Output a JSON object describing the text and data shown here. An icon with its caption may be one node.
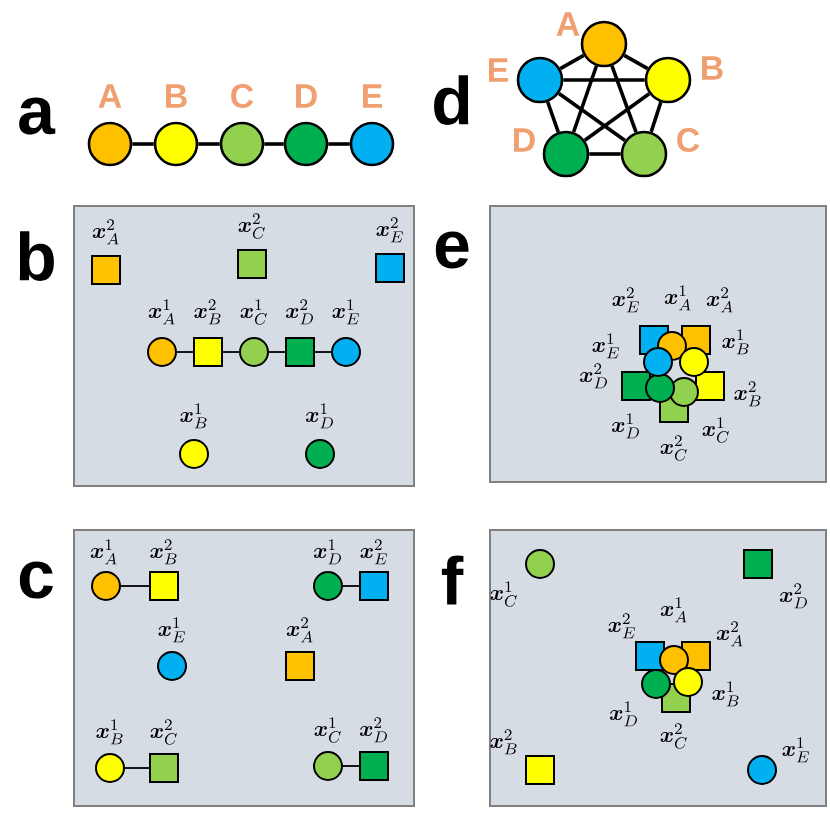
{
  "diagram": {
    "nodes": [
      {
        "text": [],
        "shape": "circle",
        "beside": [
          "A"
        ]
      },
      {
        "text": [],
        "shape": "circle",
        "beside": [
          "B"
        ]
      },
      {
        "text": [],
        "shape": "circle",
        "beside": [
          "C"
        ]
      },
      {
        "text": [],
        "shape": "circle",
        "beside": [
          "D"
        ]
      },
      {
        "text": [],
        "shape": "circle",
        "beside": [
          "E"
        ]
      },
      {
        "text": [],
        "shape": "circle",
        "beside": [
          "A"
        ]
      },
      {
        "text": [],
        "shape": "circle",
        "beside": [
          "B"
        ]
      },
      {
        "text": [],
        "shape": "circle",
        "beside": [
          "C"
        ]
      },
      {
        "text": [],
        "shape": "circle",
        "beside": [
          "D"
        ]
      },
      {
        "text": [],
        "shape": "circle",
        "beside": [
          "E"
        ]
      },
      {
        "text": [],
        "shape": "box"
      },
      {
        "text": [],
        "shape": "box",
        "beside": [
          "\\boldsymbol{x}_{A}^{2}"
        ],
        "in": 10
      },
      {
        "text": [],
        "shape": "box",
        "beside": [
          "\\boldsymbol{x}_{C}^{2}"
        ],
        "in": 10
      },
      {
        "text": [],
        "shape": "box",
        "beside": [
          "\\boldsymbol{x}_{E}^{2}"
        ],
        "in": 10
      },
      {
        "text": [],
        "shape": "circle",
        "beside": [
          "\\boldsymbol{x}_{A}^{1}"
        ],
        "in": 10
      },
      {
        "text": [],
        "shape": "box",
        "beside": [
          "\\boldsymbol{x}_{B}^{2}"
        ],
        "in": 10
      },
      {
        "text": [],
        "shape": "circle",
        "beside": [
          "\\boldsymbol{x}_{C}^{1}"
        ],
        "in": 10
      },
      {
        "text": [],
        "shape": "box",
        "beside": [
          "\\boldsymbol{x}_{D}^{2}"
        ],
        "in": 10
      },
      {
        "text": [],
        "shape": "circle",
        "beside": [
          "\\boldsymbol{x}_{E}^{1}"
        ],
        "in": 10
      },
      {
        "text": [],
        "shape": "circle",
        "beside": [
          "\\boldsymbol{x}_{B}^{1}"
        ],
        "in": 10
      },
      {
        "text": [],
        "shape": "circle",
        "beside": [
          "\\boldsymbol{x}_{D}^{1}"
        ],
        "in": 10
      },
      {
        "text": [],
        "shape": "box"
      },
      {
        "text": [],
        "shape": "box",
        "beside": [
          "\\boldsymbol{x}_{A}^{2}"
        ],
        "in": 21
      },
      {
        "text": [],
        "shape": "box",
        "beside": [
          "\\boldsymbol{x}_{B}^{2}"
        ],
        "in": 21
      },
      {
        "text": [],
        "shape": "box",
        "beside": [
          "\\boldsymbol{x}_{C}^{2}"
        ],
        "in": 21
      },
      {
        "text": [],
        "shape": "box",
        "beside": [
          "\\boldsymbol{x}_{D}^{2}"
        ],
        "in": 21
      },
      {
        "text": [],
        "shape": "box",
        "beside": [
          "\\boldsymbol{x}_{E}^{2}"
        ],
        "in": 21
      },
      {
        "text": [],
        "shape": "circle",
        "beside": [
          "\\boldsymbol{x}_{A}^{1}"
        ],
        "in": 21
      },
      {
        "text": [],
        "shape": "circle",
        "beside": [
          "\\boldsymbol{x}_{B}^{1}"
        ],
        "in": 21
      },
      {
        "text": [],
        "shape": "circle",
        "beside": [
          "\\boldsymbol{x}_{C}^{1}"
        ],
        "in": 21
      },
      {
        "text": [],
        "shape": "circle",
        "beside": [
          "\\boldsymbol{x}_{D}^{1}"
        ],
        "in": 21
      },
      {
        "text": [],
        "shape": "circle",
        "beside": [
          "\\boldsymbol{x}_{E}^{1}"
        ],
        "in": 21
      },
      {
        "text": [],
        "shape": "box"
      },
      {
        "text": [],
        "shape": "circle",
        "beside": [
          "\\boldsymbol{x}_{A}^{1}"
        ],
        "in": 32
      },
      {
        "text": [],
        "shape": "box",
        "beside": [
          "\\boldsymbol{x}_{B}^{2}"
        ],
        "in": 32
      },
      {
        "text": [],
        "shape": "circle",
        "beside": [
          "\\boldsymbol{x}_{D}^{1}"
        ],
        "in": 32
      },
      {
        "text": [],
        "shape": "box",
        "beside": [
          "\\boldsymbol{x}_{E}^{2}"
        ],
        "in": 32
      },
      {
        "text": [],
        "shape": "circle",
        "beside": [
          "\\boldsymbol{x}_{E}^{1}"
        ],
        "in": 32
      },
      {
        "text": [],
        "shape": "box",
        "beside": [
          "\\boldsymbol{x}_{A}^{2}"
        ],
        "in": 32
      },
      {
        "text": [],
        "shape": "circle",
        "beside": [
          "\\boldsymbol{x}_{B}^{1}"
        ],
        "in": 32
      },
      {
        "text": [],
        "shape": "box",
        "beside": [
          "\\boldsymbol{x}_{C}^{2}"
        ],
        "in": 32
      },
      {
        "text": [],
        "shape": "circle",
        "beside": [
          "\\boldsymbol{x}_{C}^{1}"
        ],
        "in": 32
      },
      {
        "text": [],
        "shape": "box",
        "beside": [
          "\\boldsymbol{x}_{D}^{2}"
        ],
        "in": 32
      },
      {
        "text": [],
        "shape": "box"
      },
      {
        "text": [],
        "shape": "circle",
        "beside": [
          "\\boldsymbol{x}_{C}^{1}"
        ],
        "in": 43
      },
      {
        "text": [],
        "shape": "box",
        "beside": [
          "\\boldsymbol{x}_{D}^{2}"
        ],
        "in": 43
      },
      {
        "text": [],
        "shape": "box",
        "beside": [
          "\\boldsymbol{x}_{A}^{2}"
        ],
        "in": 43
      },
      {
        "text": [],
        "shape": "box",
        "beside": [
          "\\boldsymbol{x}_{C}^{2}"
        ],
        "in": 43
      },
      {
        "text": [],
        "shape": "box",
        "beside": [
          "\\boldsymbol{x}_{E}^{2}"
        ],
        "in": 43
      },
      {
        "text": [],
        "shape": "circle",
        "beside": [
          "\\boldsymbol{x}_{A}^{1}"
        ],
        "in": 43
      },
      {
        "text": [],
        "shape": "circle",
        "beside": [
          "\\boldsymbol{x}_{B}^{1}"
        ],
        "in": 43
      },
      {
        "text": [],
        "shape": "circle",
        "beside": [
          "\\boldsymbol{x}_{D}^{1}"
        ],
        "in": 43
      },
      {
        "text": [],
        "shape": "box",
        "beside": [
          "\\boldsymbol{x}_{B}^{2}"
        ],
        "in": 43
      },
      {
        "text": [],
        "shape": "circle",
        "beside": [
          "\\boldsymbol{x}_{E}^{1}"
        ],
        "in": 43
      }
    ],
    "edges": [
      {
        "from": 0,
        "to": 1,
        "arrow": "none"
      },
      {
        "from": 1,
        "to": 2,
        "arrow": "none"
      },
      {
        "from": 2,
        "to": 3,
        "arrow": "none"
      },
      {
        "from": 3,
        "to": 4,
        "arrow": "none"
      },
      {
        "from": 5,
        "to": 6,
        "arrow": "none"
      },
      {
        "from": 5,
        "to": 7,
        "arrow": "none"
      },
      {
        "from": 5,
        "to": 8,
        "arrow": "none"
      },
      {
        "from": 5,
        "to": 9,
        "arrow": "none"
      },
      {
        "from": 6,
        "to": 7,
        "arrow": "none"
      },
      {
        "from": 6,
        "to": 8,
        "arrow": "none"
      },
      {
        "from": 6,
        "to": 9,
        "arrow": "none"
      },
      {
        "from": 7,
        "to": 8,
        "arrow": "none"
      },
      {
        "from": 7,
        "to": 9,
        "arrow": "none"
      },
      {
        "from": 8,
        "to": 9,
        "arrow": "none"
      },
      {
        "from": 14,
        "to": 15,
        "arrow": "none"
      },
      {
        "from": 15,
        "to": 16,
        "arrow": "none"
      },
      {
        "from": 16,
        "to": 17,
        "arrow": "none"
      },
      {
        "from": 17,
        "to": 18,
        "arrow": "none"
      },
      {
        "from": 33,
        "to": 34,
        "arrow": "none"
      },
      {
        "from": 35,
        "to": 36,
        "arrow": "none"
      },
      {
        "from": 39,
        "to": 40,
        "arrow": "none"
      },
      {
        "from": 41,
        "to": 42,
        "arrow": "none"
      }
    ],
    "labels": [
      "a",
      "d",
      "b",
      "e",
      "c",
      "f"
    ]
  }
}
